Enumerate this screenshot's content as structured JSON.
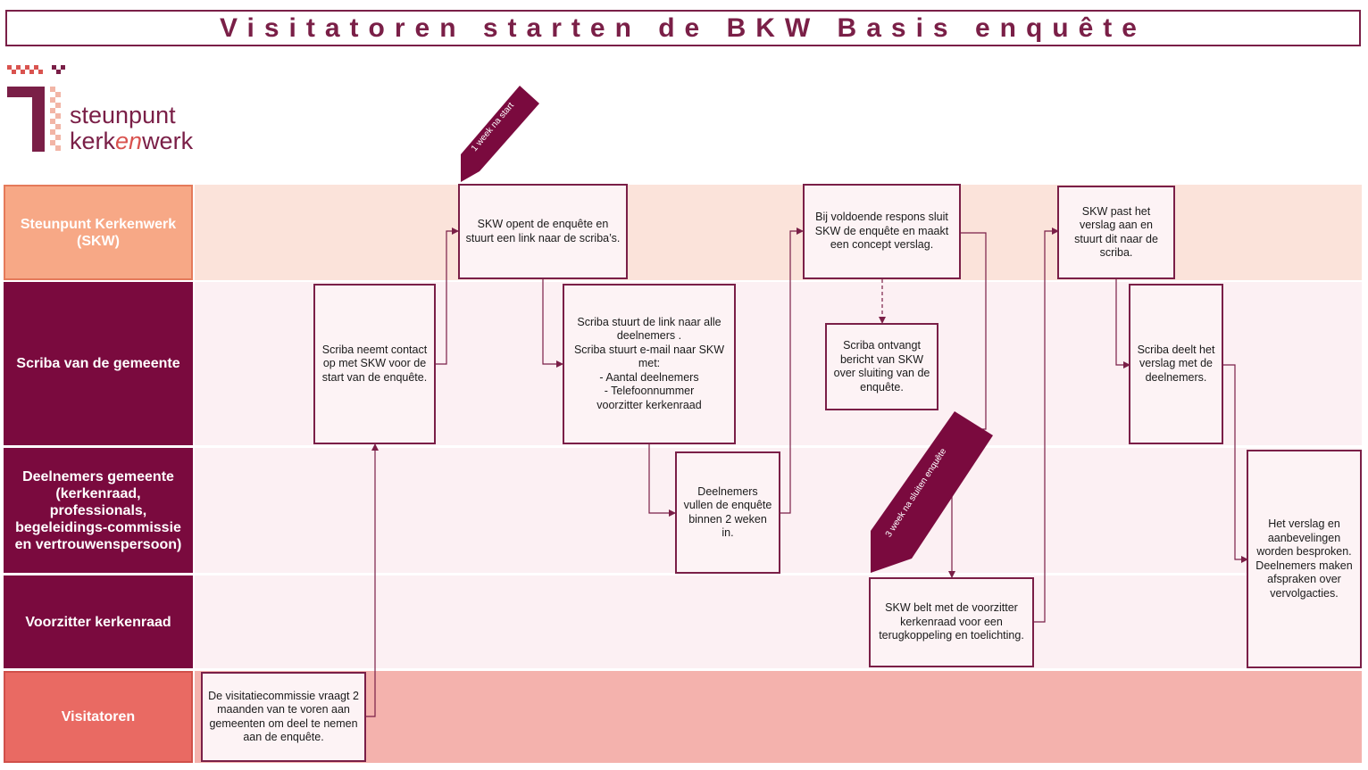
{
  "title": "Visitatoren starten de BKW Basis enquête",
  "logo": {
    "line1": "steunpunt",
    "line2_a": "kerk",
    "line2_b": "en",
    "line2_c": "werk"
  },
  "colors": {
    "brand": "#7a1f47",
    "lane_skw": "#f7a886",
    "lane_visit": "#e96a63"
  },
  "lanes": [
    {
      "label": "Steunpunt Kerkenwerk (SKW)"
    },
    {
      "label": "Scriba van de gemeente"
    },
    {
      "label": "Deelnemers gemeente (kerkenraad, professionals, begeleidings-commissie en vertrouwenspersoon)"
    },
    {
      "label": "Voorzitter kerkenraad"
    },
    {
      "label": "Visitatoren"
    }
  ],
  "steps": {
    "visitatie": "De visitatiecommissie vraagt 2 maanden van te voren aan gemeenten om deel te nemen aan de enquête.",
    "scriba_contact": "Scriba neemt contact op met SKW voor de start van de enquête.",
    "skw_opent": "SKW opent de enquête en stuurt een link naar de scriba’s.",
    "scriba_stuurt": "Scriba stuurt de link naar alle deelnemers .\nScriba stuurt e-mail naar SKW met:\n-      Aantal deelnemers\n-      Telefoonnummer\n       voorzitter kerkenraad",
    "deelnemers_vullen": "Deelnemers vullen de enquête binnen 2 weken in.",
    "skw_sluit": "Bij voldoende respons sluit SKW de enquête en maakt een concept verslag.",
    "scriba_ontvangt": "Scriba ontvangt bericht van SKW over sluiting van de enquête.",
    "skw_belt": "SKW belt met de voorzitter kerkenraad voor een terugkoppeling en toelichting.",
    "skw_past": "SKW past het verslag aan en stuurt dit naar de scriba.",
    "scriba_deelt": "Scriba deelt het verslag met de deelnemers.",
    "besproken": "Het verslag en aanbevelingen worden besproken. Deelnemers maken afspraken over vervolgacties."
  },
  "tags": {
    "week1": "1 week na start",
    "week3": "3 week na sluiten enquête"
  }
}
